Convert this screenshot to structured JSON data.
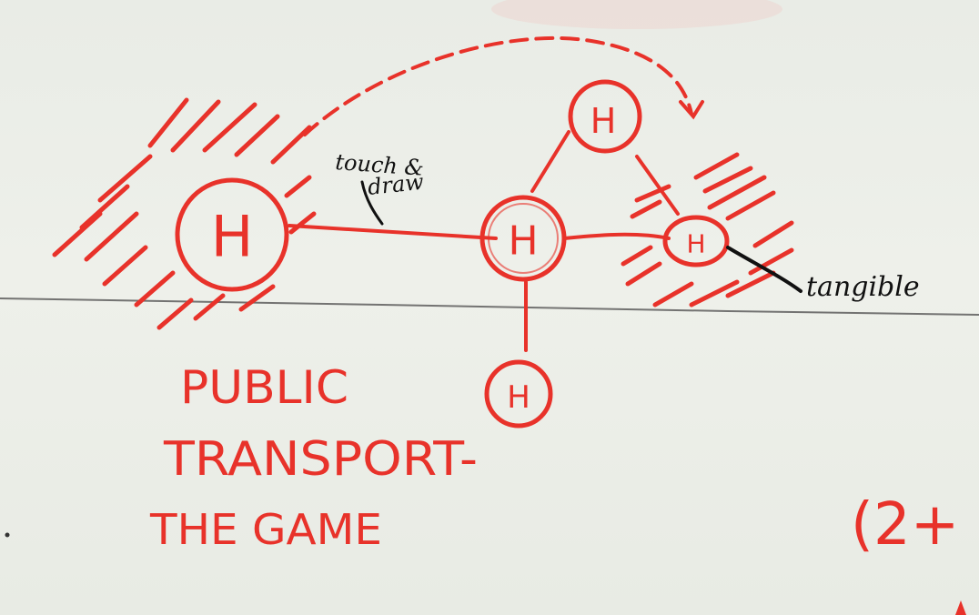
{
  "title_lines": [
    "PUBLIC",
    "TRANSPORT-",
    "THE GAME"
  ],
  "annotations": {
    "touch_draw": [
      "touch &",
      "draw"
    ],
    "tangible": "tangible",
    "corner_fragment": "(2+"
  },
  "nodes": [
    {
      "id": "big-station",
      "label": "H"
    },
    {
      "id": "hub-station",
      "label": "H"
    },
    {
      "id": "top-station",
      "label": "H"
    },
    {
      "id": "bottom-station",
      "label": "H"
    },
    {
      "id": "tangible-station",
      "label": "H"
    }
  ],
  "colors": {
    "marker_red": "#e8322a",
    "ink_black": "#111111",
    "whiteboard": "#eceee8"
  }
}
